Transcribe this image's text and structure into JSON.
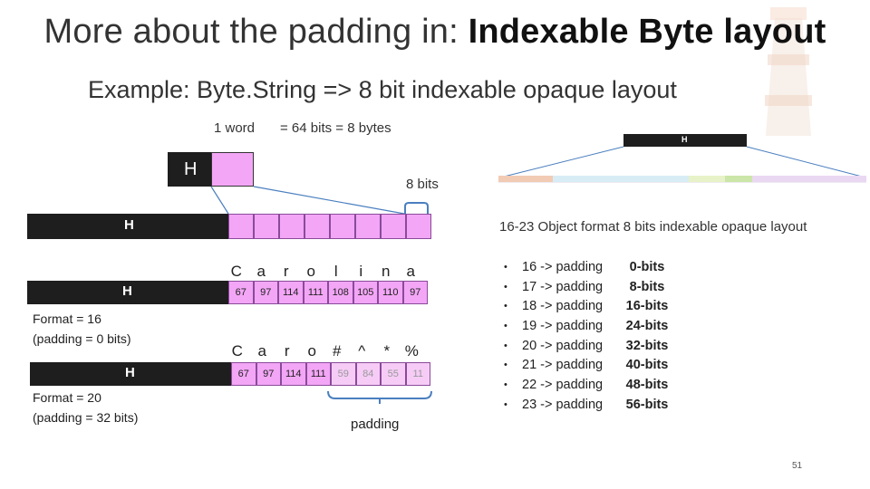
{
  "title": {
    "prefix": "More about the padding in: ",
    "bold": "Indexable Byte layout"
  },
  "subtitle": "Example: Byte.String => 8 bit indexable opaque layout",
  "word_labels": {
    "one_word": "1 word",
    "bits_bytes": "= 64 bits = 8 bytes",
    "eight_bits": "8 bits"
  },
  "header_letter": "H",
  "object_format_title": "16-23 Object format 8 bits indexable opaque layout",
  "carolina": {
    "chars": [
      "C",
      "a",
      "r",
      "o",
      "l",
      "i",
      "n",
      "a"
    ],
    "codes": [
      "67",
      "97",
      "114",
      "111",
      "108",
      "105",
      "110",
      "97"
    ]
  },
  "format16": {
    "line1": "Format = 16",
    "line2": "(padding = 0 bits)"
  },
  "caro": {
    "chars": [
      "C",
      "a",
      "r",
      "o",
      "#",
      "^",
      "*",
      "%"
    ],
    "codes": [
      "67",
      "97",
      "114",
      "111",
      "59",
      "84",
      "55",
      "11"
    ]
  },
  "format20": {
    "line1": "Format = 20",
    "line2": "(padding = 32 bits)"
  },
  "padding_label": "padding",
  "bullets": [
    {
      "text": "16 -> padding",
      "bits": "0-bits"
    },
    {
      "text": "17 -> padding",
      "bits": "8-bits"
    },
    {
      "text": "18 -> padding",
      "bits": "16-bits"
    },
    {
      "text": "19 -> padding",
      "bits": "24-bits"
    },
    {
      "text": "20 -> padding",
      "bits": "32-bits"
    },
    {
      "text": "21 -> padding",
      "bits": "40-bits"
    },
    {
      "text": "22 -> padding",
      "bits": "48-bits"
    },
    {
      "text": "23 -> padding",
      "bits": "56-bits"
    }
  ],
  "page_number": "51",
  "colors": {
    "header": "#1e1e1e",
    "cell": "#f3a6f6",
    "padding_cell": "#f6ccf6",
    "accent": "#4a7fbf"
  }
}
